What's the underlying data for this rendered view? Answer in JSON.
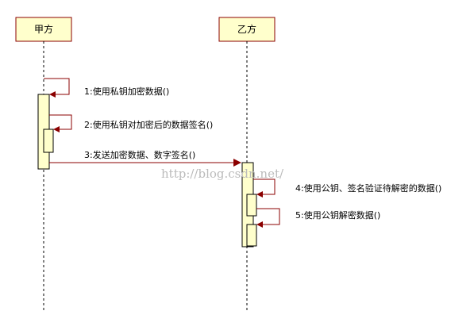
{
  "colors": {
    "participant_fill": "#ffffcc",
    "participant_border": "#8b0000",
    "activation_fill": "#ffffcc",
    "message_line": "#8b0000",
    "watermark": "#bbbbbb"
  },
  "participants": [
    {
      "id": "a",
      "label": "甲方"
    },
    {
      "id": "b",
      "label": "乙方"
    }
  ],
  "messages": [
    {
      "label": "1:使用私钥加密数据()"
    },
    {
      "label": "2:使用私钥对加密后的数据签名()"
    },
    {
      "label": "3:发送加密数据、数字签名()"
    },
    {
      "label": "4:使用公钥、签名验证待解密的数据()"
    },
    {
      "label": "5:使用公钥解密数据()"
    }
  ],
  "watermark": "http://blog.csdn.net/"
}
